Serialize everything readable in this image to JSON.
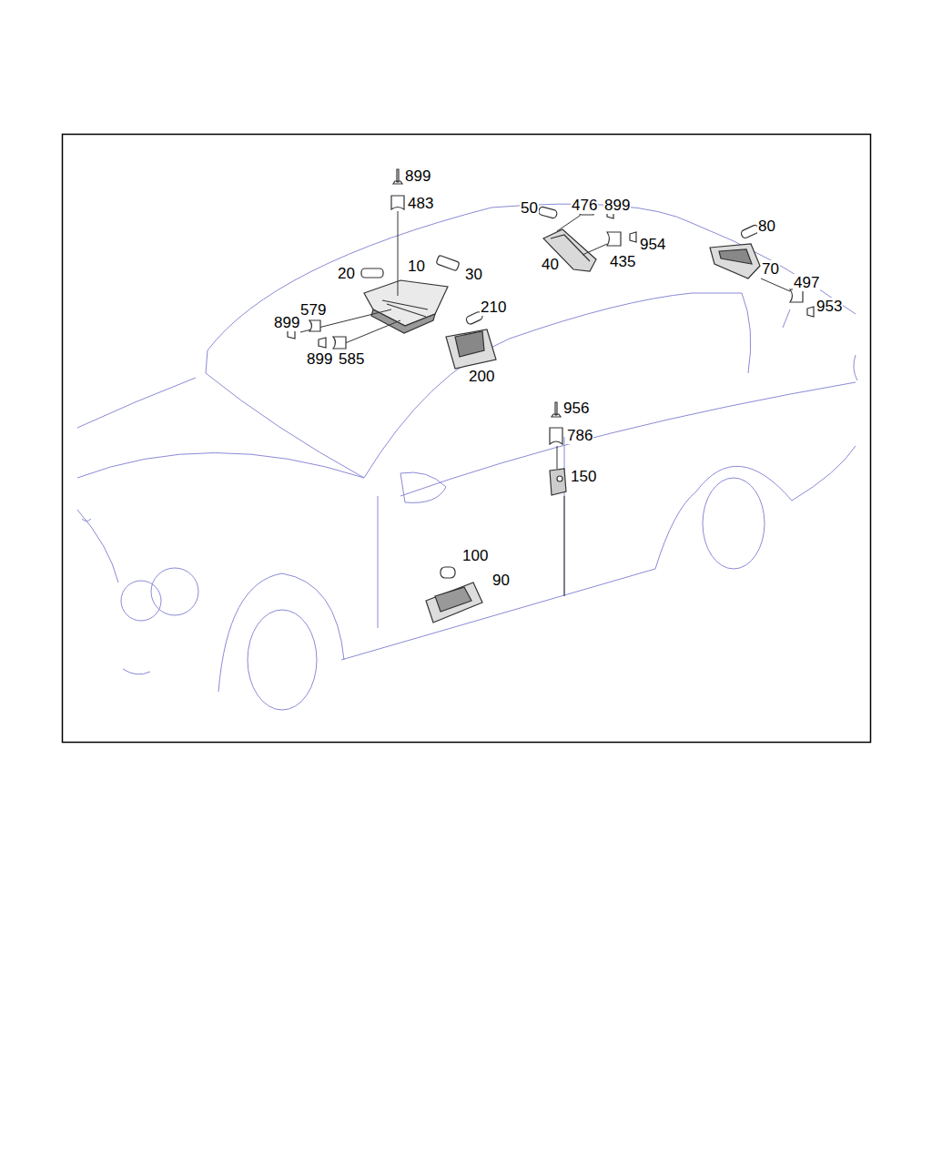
{
  "diagram": {
    "labels": [
      "899",
      "483",
      "50",
      "476",
      "899",
      "80",
      "10",
      "20",
      "30",
      "954",
      "40",
      "435",
      "70",
      "497",
      "953",
      "579",
      "210",
      "899",
      "899",
      "585",
      "200",
      "956",
      "786",
      "150",
      "100",
      "90"
    ]
  }
}
